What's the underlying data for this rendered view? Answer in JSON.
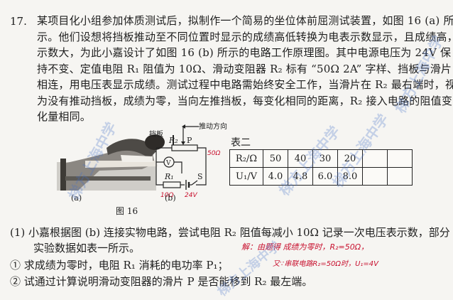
{
  "question": {
    "number": "17.",
    "lines": [
      "某项目化小组参加体质测试后，拟制作一个简易的坐位体前屈测试装置，如图 16 (a) 所",
      "示。他们设想将挡板推动至不同位置时显示的成绩高低转换为电表示数显示，且成绩高，",
      "示数大，为此小嘉设计了如图 16 (b) 所示的电路工作原理图。其中电源电压为 24V 保",
      "持不变、定值电阻 R₁ 阻值为 10Ω、滑动变阻器 R₂ 标有 “50Ω 2A” 字样、挡板与滑片 P",
      "相连，用电压表显示成绩。测试过程中电路需始终安全工作，当滑片在 R₂ 最右端时，视",
      "为没有推动挡板，成绩为零，当向左推挡板，每变化相同的距离，R₂ 接入电路的阻值变",
      "化量相同。"
    ]
  },
  "figure": {
    "push_direction": "推动方向",
    "baffle": "挡板",
    "r2": "R₂",
    "p": "P",
    "r1": "R₁",
    "voltmeter": "V",
    "switch": "S",
    "label_a": "(a)",
    "label_b": "(b)",
    "caption": "图 16",
    "hand_r2": "50Ω",
    "hand_r1": "10Ω",
    "hand_source": "24V"
  },
  "table": {
    "title": "表二",
    "row1_header": "R₂/Ω",
    "row2_header": "U₁/V",
    "r2_values": [
      "50",
      "40",
      "30",
      "20",
      "",
      ""
    ],
    "u1_values": [
      "4.0",
      "4.8",
      "6.0",
      "8.0",
      "",
      ""
    ]
  },
  "subquestions": {
    "q1a": "(1) 小嘉根据图 (b) 连接实物电路，尝试电阻 R₂ 阻值每减小 10Ω 记录一次电压表示数，部分",
    "q1b": "实验数据如表一所示。",
    "q1_1": "① 求成绩为零时，电阻 R₁ 消耗的电功率 P₁；",
    "q1_2": "② 试通过计算说明滑动变阻器的滑片 P 是否能移到 R₂ 最左端。"
  },
  "handwriting": {
    "note1": "解：由题得 成绩为零时，R₂=50Ω，",
    "note2": "又∵串联电路R₂=50Ω时，U₁=4V"
  },
  "watermark": {
    "text": "梯方上海中学"
  }
}
